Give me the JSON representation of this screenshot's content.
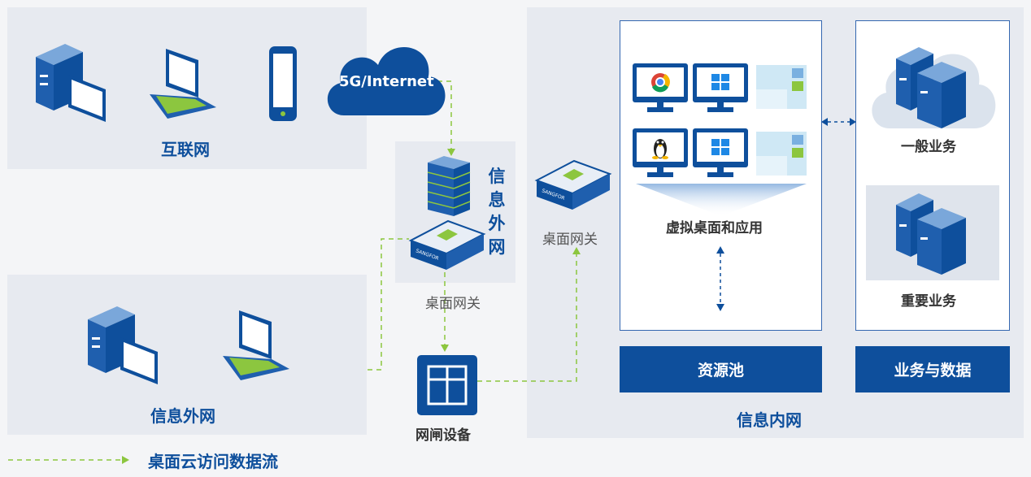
{
  "internet_zone": {
    "label": "互联网",
    "cloud_label": "5G/Internet"
  },
  "external_zone": {
    "label": "信息外网",
    "vertical_label": "信息外网",
    "gateway_caption": "桌面网关"
  },
  "dmz": {
    "gateway_caption": "桌面网关",
    "gap_device_label": "网闸设备"
  },
  "internal_zone": {
    "label": "信息内网",
    "resource_pool": {
      "bar_label": "资源池",
      "desktops_label": "虚拟桌面和应用"
    },
    "business": {
      "bar_label": "业务与数据",
      "general_label": "一般业务",
      "critical_label": "重要业务"
    }
  },
  "legend": {
    "label": "桌面云访问数据流"
  },
  "colors": {
    "brand_blue": "#0e4f9c",
    "flow_green": "#8cc63f",
    "panel_bg": "#e7eaf0"
  },
  "brand_text": "SANGFOR"
}
